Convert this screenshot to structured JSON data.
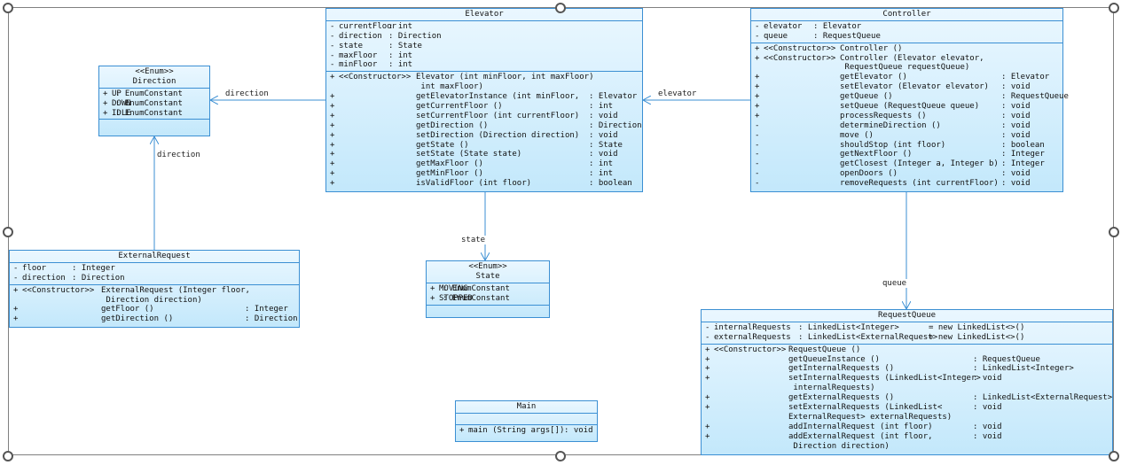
{
  "classes": {
    "elevator": {
      "name": "Elevator",
      "attributes": [
        {
          "vis": "-",
          "name": "currentFloor",
          "type": ": int"
        },
        {
          "vis": "-",
          "name": "direction",
          "type": ": Direction"
        },
        {
          "vis": "-",
          "name": "state",
          "type": ": State"
        },
        {
          "vis": "-",
          "name": "maxFloor",
          "type": ": int"
        },
        {
          "vis": "-",
          "name": "minFloor",
          "type": ": int"
        }
      ],
      "operations": [
        {
          "vis": "+",
          "stereo": "<<Constructor>>",
          "name": "Elevator (int minFloor, int maxFloor)",
          "type": ""
        },
        {
          "vis": "",
          "stereo": "",
          "name": " int maxFloor)",
          "type": ""
        },
        {
          "vis": "+",
          "stereo": "",
          "name": "getElevatorInstance (int minFloor,",
          "type": ": Elevator"
        },
        {
          "vis": "+",
          "stereo": "",
          "name": "getCurrentFloor ()",
          "type": ": int"
        },
        {
          "vis": "+",
          "stereo": "",
          "name": "setCurrentFloor (int currentFloor)",
          "type": ": void"
        },
        {
          "vis": "+",
          "stereo": "",
          "name": "getDirection ()",
          "type": ": Direction"
        },
        {
          "vis": "+",
          "stereo": "",
          "name": "setDirection (Direction direction)",
          "type": ": void"
        },
        {
          "vis": "+",
          "stereo": "",
          "name": "getState ()",
          "type": ": State"
        },
        {
          "vis": "+",
          "stereo": "",
          "name": "setState (State state)",
          "type": ": void"
        },
        {
          "vis": "+",
          "stereo": "",
          "name": "getMaxFloor ()",
          "type": ": int"
        },
        {
          "vis": "+",
          "stereo": "",
          "name": "getMinFloor ()",
          "type": ": int"
        },
        {
          "vis": "+",
          "stereo": "",
          "name": "isValidFloor (int floor)",
          "type": ": boolean"
        }
      ]
    },
    "controller": {
      "name": "Controller",
      "attributes": [
        {
          "vis": "-",
          "name": "elevator",
          "type": ": Elevator"
        },
        {
          "vis": "-",
          "name": "queue",
          "type": ": RequestQueue"
        }
      ],
      "operations": [
        {
          "vis": "+",
          "stereo": "<<Constructor>>",
          "name": "Controller ()",
          "type": ""
        },
        {
          "vis": "+",
          "stereo": "<<Constructor>>",
          "name": "Controller (Elevator elevator,",
          "type": ""
        },
        {
          "vis": "",
          "stereo": "",
          "name": " RequestQueue requestQueue)",
          "type": ""
        },
        {
          "vis": "+",
          "stereo": "",
          "name": "getElevator ()",
          "type": ": Elevator"
        },
        {
          "vis": "+",
          "stereo": "",
          "name": "setElevator (Elevator elevator)",
          "type": ": void"
        },
        {
          "vis": "+",
          "stereo": "",
          "name": "getQueue ()",
          "type": ": RequestQueue"
        },
        {
          "vis": "+",
          "stereo": "",
          "name": "setQueue (RequestQueue queue)",
          "type": ": void"
        },
        {
          "vis": "+",
          "stereo": "",
          "name": "processRequests ()",
          "type": ": void"
        },
        {
          "vis": "-",
          "stereo": "",
          "name": "determineDirection ()",
          "type": ": void"
        },
        {
          "vis": "-",
          "stereo": "",
          "name": "move ()",
          "type": ": void"
        },
        {
          "vis": "-",
          "stereo": "",
          "name": "shouldStop (int floor)",
          "type": ": boolean"
        },
        {
          "vis": "-",
          "stereo": "",
          "name": "getNextFloor ()",
          "type": ": Integer"
        },
        {
          "vis": "-",
          "stereo": "",
          "name": "getClosest (Integer a, Integer b)",
          "type": ": Integer"
        },
        {
          "vis": "-",
          "stereo": "",
          "name": "openDoors ()",
          "type": ": void"
        },
        {
          "vis": "-",
          "stereo": "",
          "name": "removeRequests (int currentFloor)",
          "type": ": void"
        }
      ]
    },
    "direction": {
      "stereotype": "<<Enum>>",
      "name": "Direction",
      "attributes": [
        {
          "vis": "+",
          "name": "UP",
          "type": ": EnumConstant"
        },
        {
          "vis": "+",
          "name": "DOWN",
          "type": ": EnumConstant"
        },
        {
          "vis": "+",
          "name": "IDLE",
          "type": ": EnumConstant"
        }
      ]
    },
    "state": {
      "stereotype": "<<Enum>>",
      "name": "State",
      "attributes": [
        {
          "vis": "+",
          "name": "MOVING",
          "type": ": EnumConstant"
        },
        {
          "vis": "+",
          "name": "STOPPED",
          "type": ": EnumConstant"
        }
      ]
    },
    "external_request": {
      "name": "ExternalRequest",
      "attributes": [
        {
          "vis": "-",
          "name": "floor",
          "type": ": Integer"
        },
        {
          "vis": "-",
          "name": "direction",
          "type": ": Direction"
        }
      ],
      "operations": [
        {
          "vis": "+",
          "stereo": "<<Constructor>>",
          "name": "ExternalRequest (Integer floor,",
          "type": ""
        },
        {
          "vis": "",
          "stereo": "",
          "name": " Direction direction)",
          "type": ""
        },
        {
          "vis": "+",
          "stereo": "",
          "name": "getFloor ()",
          "type": ": Integer"
        },
        {
          "vis": "+",
          "stereo": "",
          "name": "getDirection ()",
          "type": ": Direction"
        }
      ]
    },
    "request_queue": {
      "name": "RequestQueue",
      "attributes": [
        {
          "vis": "-",
          "name": "internalRequests",
          "type": ": LinkedList<Integer>",
          "init": "= new LinkedList<>()"
        },
        {
          "vis": "-",
          "name": "externalRequests",
          "type": ": LinkedList<ExternalRequest>",
          "init": "= new LinkedList<>()"
        }
      ],
      "operations": [
        {
          "vis": "+",
          "stereo": "<<Constructor>>",
          "name": "RequestQueue ()",
          "type": ""
        },
        {
          "vis": "+",
          "stereo": "",
          "name": "getQueueInstance ()",
          "type": ": RequestQueue"
        },
        {
          "vis": "+",
          "stereo": "",
          "name": "getInternalRequests ()",
          "type": ": LinkedList<Integer>"
        },
        {
          "vis": "+",
          "stereo": "",
          "name": "setInternalRequests (LinkedList<Integer>",
          "type": ": void"
        },
        {
          "vis": "",
          "stereo": "",
          "name": " internalRequests)",
          "type": ""
        },
        {
          "vis": "+",
          "stereo": "",
          "name": "getExternalRequests ()",
          "type": ": LinkedList<ExternalRequest>"
        },
        {
          "vis": "+",
          "stereo": "",
          "name": "setExternalRequests (LinkedList<",
          "type": ": void"
        },
        {
          "vis": "",
          "stereo": "",
          "name": "ExternalRequest> externalRequests)",
          "type": ""
        },
        {
          "vis": "+",
          "stereo": "",
          "name": "addInternalRequest (int floor)",
          "type": ": void"
        },
        {
          "vis": "+",
          "stereo": "",
          "name": "addExternalRequest (int floor,",
          "type": ": void"
        },
        {
          "vis": "",
          "stereo": "",
          "name": " Direction direction)",
          "type": ""
        }
      ]
    },
    "main": {
      "name": "Main",
      "attributes": [],
      "operations": [
        {
          "vis": "+",
          "stereo": "",
          "name": "main (String args[])",
          "type": ": void"
        }
      ]
    }
  },
  "associations": [
    {
      "id": "elevator-direction",
      "label": "direction"
    },
    {
      "id": "external-direction",
      "label": "direction"
    },
    {
      "id": "elevator-state",
      "label": "state"
    },
    {
      "id": "controller-elevator",
      "label": "elevator"
    },
    {
      "id": "controller-queue",
      "label": "queue"
    }
  ],
  "colors": {
    "class_border": "#3b8fd3",
    "class_fill_top": "#eaf7ff",
    "class_fill_bottom": "#c3e8fb",
    "connector": "#3b8fd3"
  }
}
